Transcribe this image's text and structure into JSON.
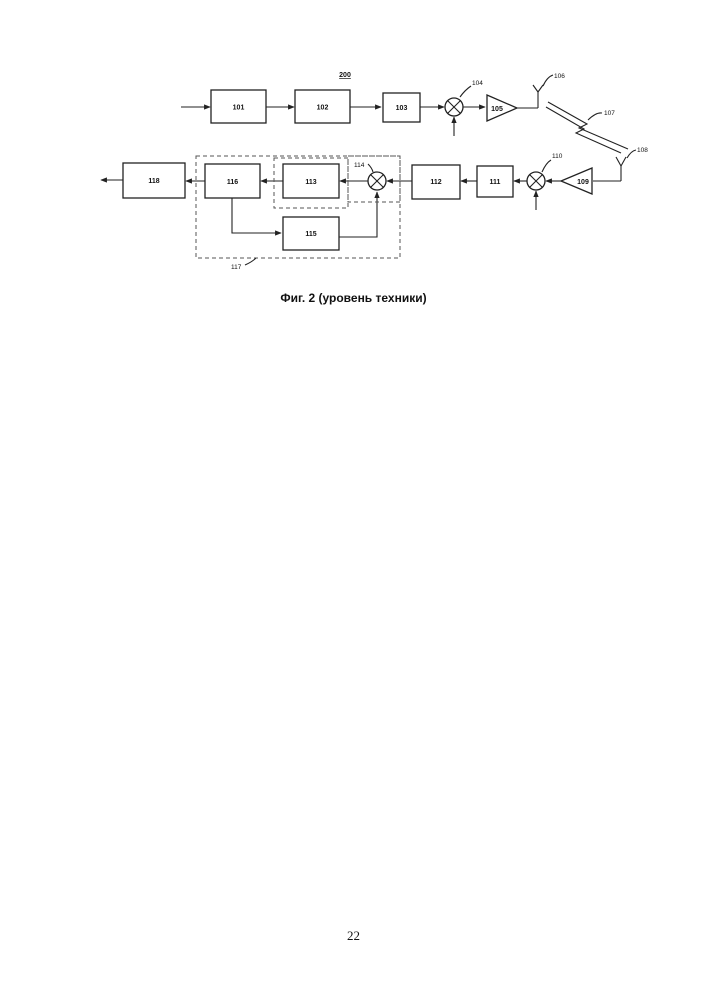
{
  "figure": {
    "number_label": "200",
    "caption": "Фиг. 2 (уровень техники)",
    "blocks": {
      "b101": "101",
      "b102": "102",
      "b103": "103",
      "b105": "105",
      "b109": "109",
      "b111": "111",
      "b112": "112",
      "b113": "113",
      "b115": "115",
      "b116": "116",
      "b118": "118"
    },
    "refs": {
      "r104": "104",
      "r106": "106",
      "r107": "107",
      "r108": "108",
      "r110": "110",
      "r114": "114",
      "r117": "117"
    }
  },
  "page": {
    "number": "22"
  }
}
